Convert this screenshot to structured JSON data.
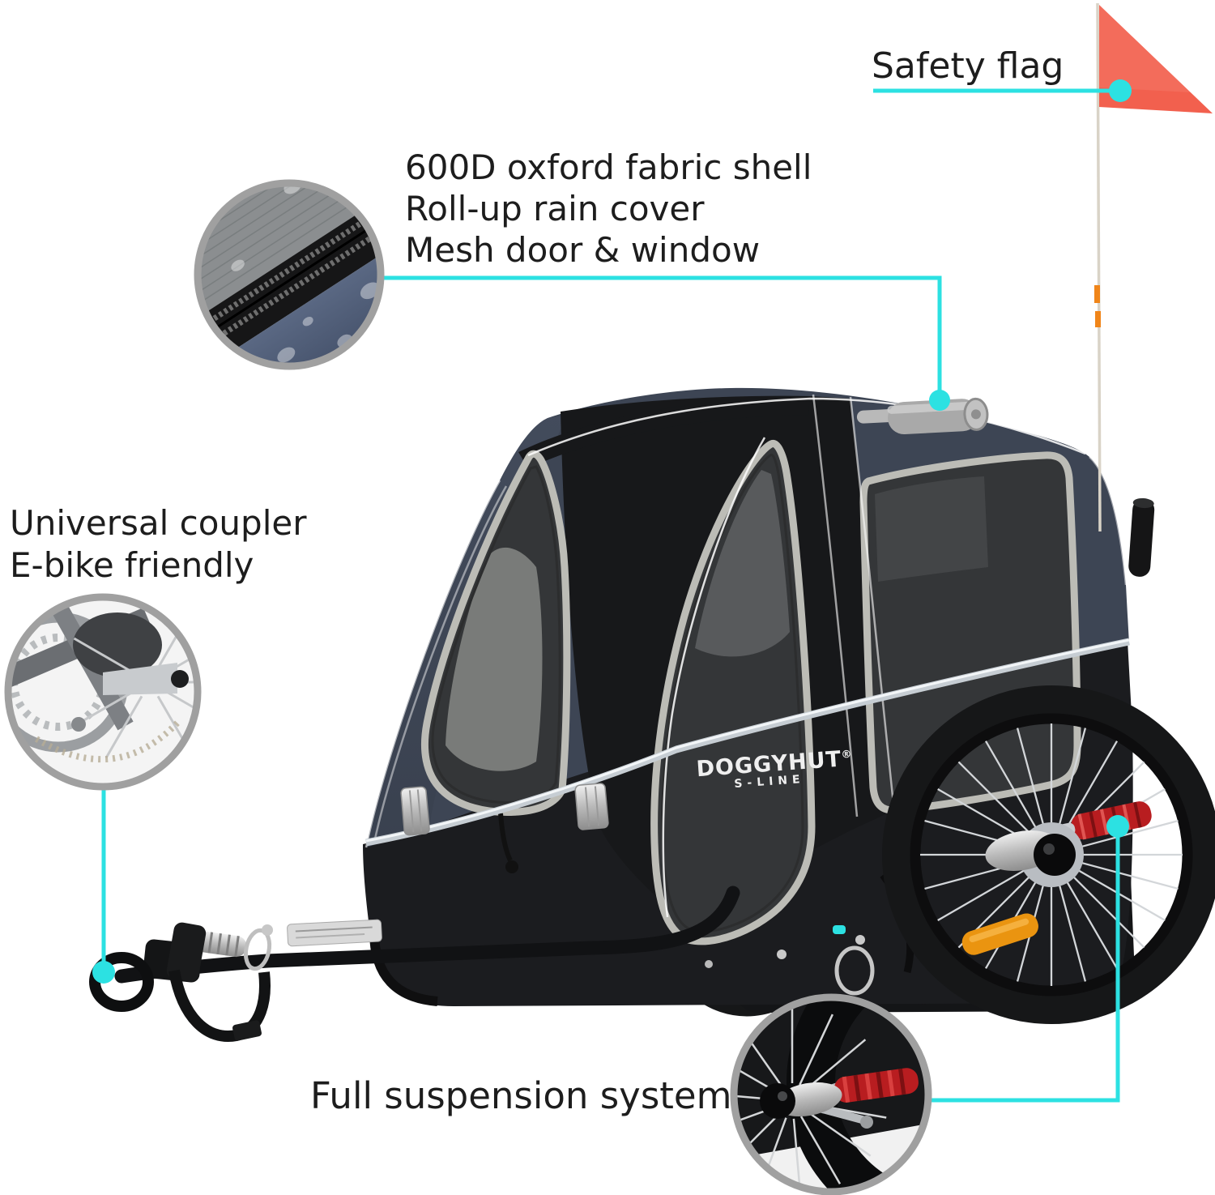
{
  "page": {
    "background": "#ffffff"
  },
  "colors": {
    "accent": "#2ce1e2",
    "flag_red": "#f2604e",
    "canopy_navy": "#3d4554",
    "body_black": "#1b1c1f",
    "panel_black": "#17181a",
    "trim_gray": "#bcbcb6",
    "ring_gray": "#a0a0a0",
    "stripe_silver": "#c6cdd3",
    "text_dark": "#1d1d1d",
    "shock_red": "#b81d20",
    "reflector_orange": "#ea9410",
    "mesh_dark": "#343638",
    "pole_tan": "#d9d3c7",
    "roll_gray": "#a9a9a9",
    "page_bg": "#ffffff"
  },
  "annotations": {
    "safety_flag": {
      "label": "Safety flag"
    },
    "shell": {
      "line1": "600D oxford fabric shell",
      "line2": "Roll-up rain cover",
      "line3": "Mesh door & window"
    },
    "coupler": {
      "line1": "Universal coupler",
      "line2": "E-bike friendly"
    },
    "suspension": {
      "label": "Full suspension system"
    }
  },
  "product": {
    "brand": "DOGGYHUT",
    "registered": "®",
    "series": "S-LINE"
  },
  "insets": {
    "fabric": "fabric-zipper-closeup",
    "coupler": "bike-axle-closeup",
    "suspension": "wheel-shock-closeup"
  }
}
